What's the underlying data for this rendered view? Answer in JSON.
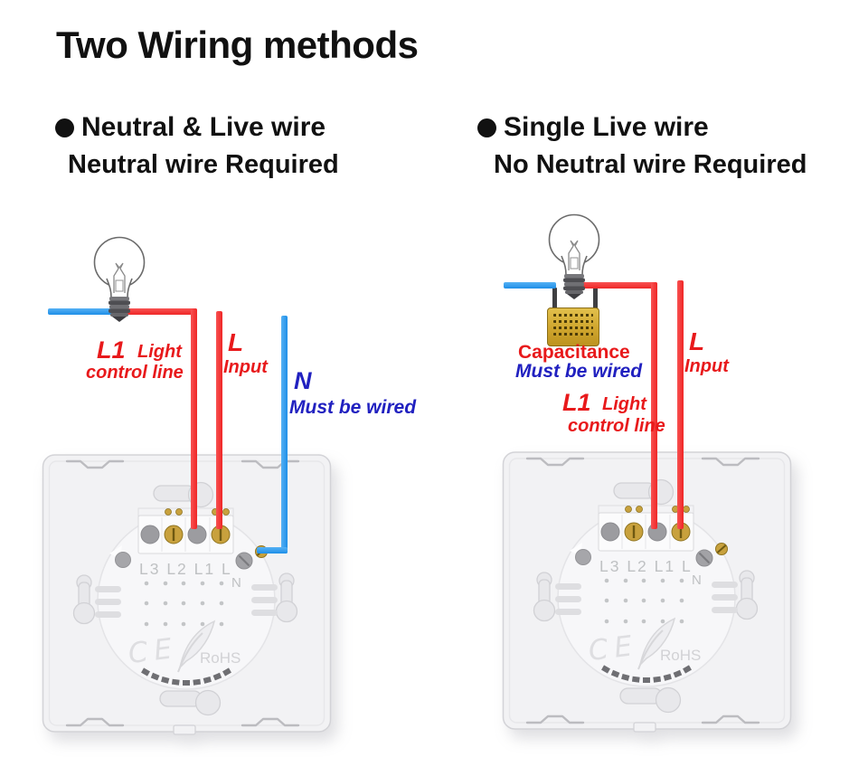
{
  "title": "Two Wiring methods",
  "methods": {
    "left": {
      "heading": "Neutral & Live wire",
      "subheading": "Neutral wire Required",
      "labels": {
        "l1": "L1",
        "l1_desc_top": "Light",
        "l1_desc_bottom": "control line",
        "l": "L",
        "l_desc": "Input",
        "n": "N",
        "n_desc": "Must be wired"
      }
    },
    "right": {
      "heading": "Single Live wire",
      "subheading": "No Neutral wire Required",
      "labels": {
        "capacitance": "Capacitance",
        "capacitance_desc": "Must be wired",
        "l1": "L1",
        "l1_desc_top": "Light",
        "l1_desc_bottom": "control line",
        "l": "L",
        "l_desc": "Input"
      }
    }
  },
  "device": {
    "terminal_labels": "L3 L2 L1 L",
    "n_terminal_label": "N",
    "ce_mark": "CE",
    "rohs_label": "RoHS"
  },
  "colors": {
    "live_wire_red": "#f02c2c",
    "neutral_wire_blue": "#2b9bee",
    "label_red": "#e8191b",
    "label_blue": "#2121c0",
    "capacitor_gold": "#cfa52d"
  }
}
